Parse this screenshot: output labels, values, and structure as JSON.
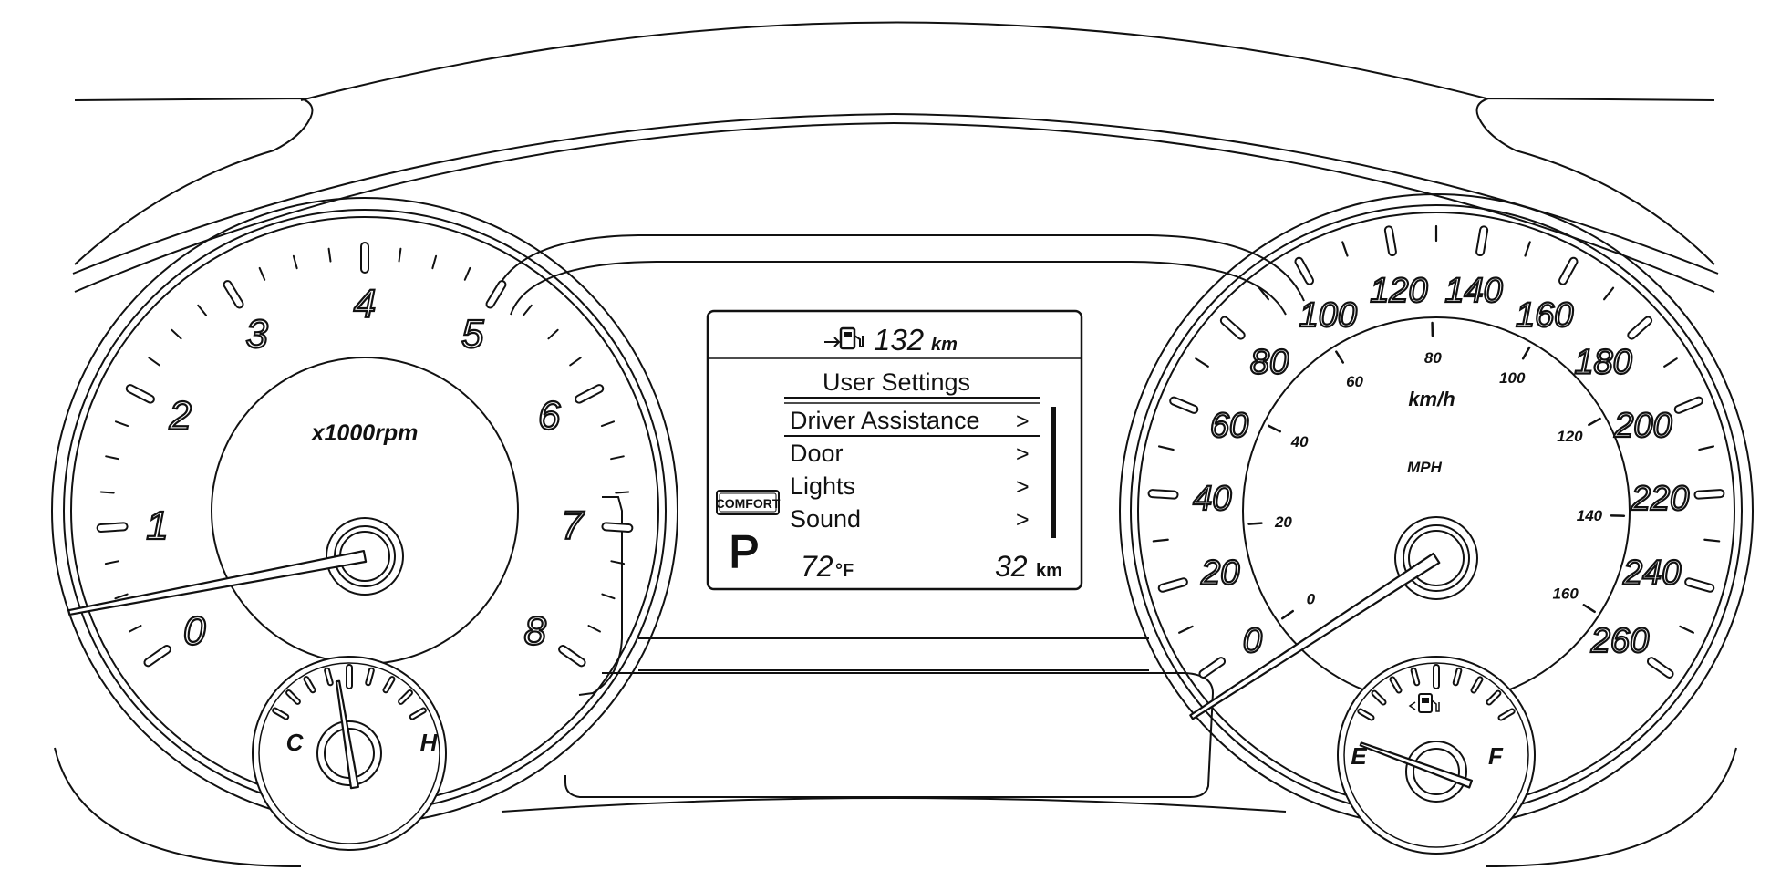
{
  "display": {
    "range_value": "132",
    "range_unit": "km",
    "menu_title": "User Settings",
    "menu_items": [
      {
        "label": "Driver Assistance",
        "arrow": ">",
        "selected": true
      },
      {
        "label": "Door",
        "arrow": ">",
        "selected": false
      },
      {
        "label": "Lights",
        "arrow": ">",
        "selected": false
      },
      {
        "label": "Sound",
        "arrow": ">",
        "selected": false
      }
    ],
    "drive_mode": "COMFORT",
    "gear": "P",
    "temperature_value": "72",
    "temperature_unit": "°F",
    "trip_value": "32",
    "trip_unit": "km"
  },
  "tachometer": {
    "unit_label": "x1000rpm",
    "labels": [
      "0",
      "1",
      "2",
      "3",
      "4",
      "5",
      "6",
      "7",
      "8"
    ],
    "needle_value": 1.0
  },
  "temperature_gauge": {
    "cold_label": "C",
    "hot_label": "H",
    "needle_fraction": 0.45
  },
  "speedometer": {
    "unit_label": "km/h",
    "kmh_labels": [
      "0",
      "20",
      "40",
      "60",
      "80",
      "100",
      "120",
      "140",
      "160",
      "180",
      "200",
      "220",
      "240",
      "260"
    ],
    "mph_unit_label": "MPH",
    "mph_labels": [
      "0",
      "20",
      "40",
      "60",
      "80",
      "100",
      "120",
      "140",
      "160"
    ],
    "needle_kmh": 0
  },
  "fuel_gauge": {
    "empty_label": "E",
    "full_label": "F",
    "icon": "fuel-pump-icon",
    "needle_fraction": 0.0
  }
}
